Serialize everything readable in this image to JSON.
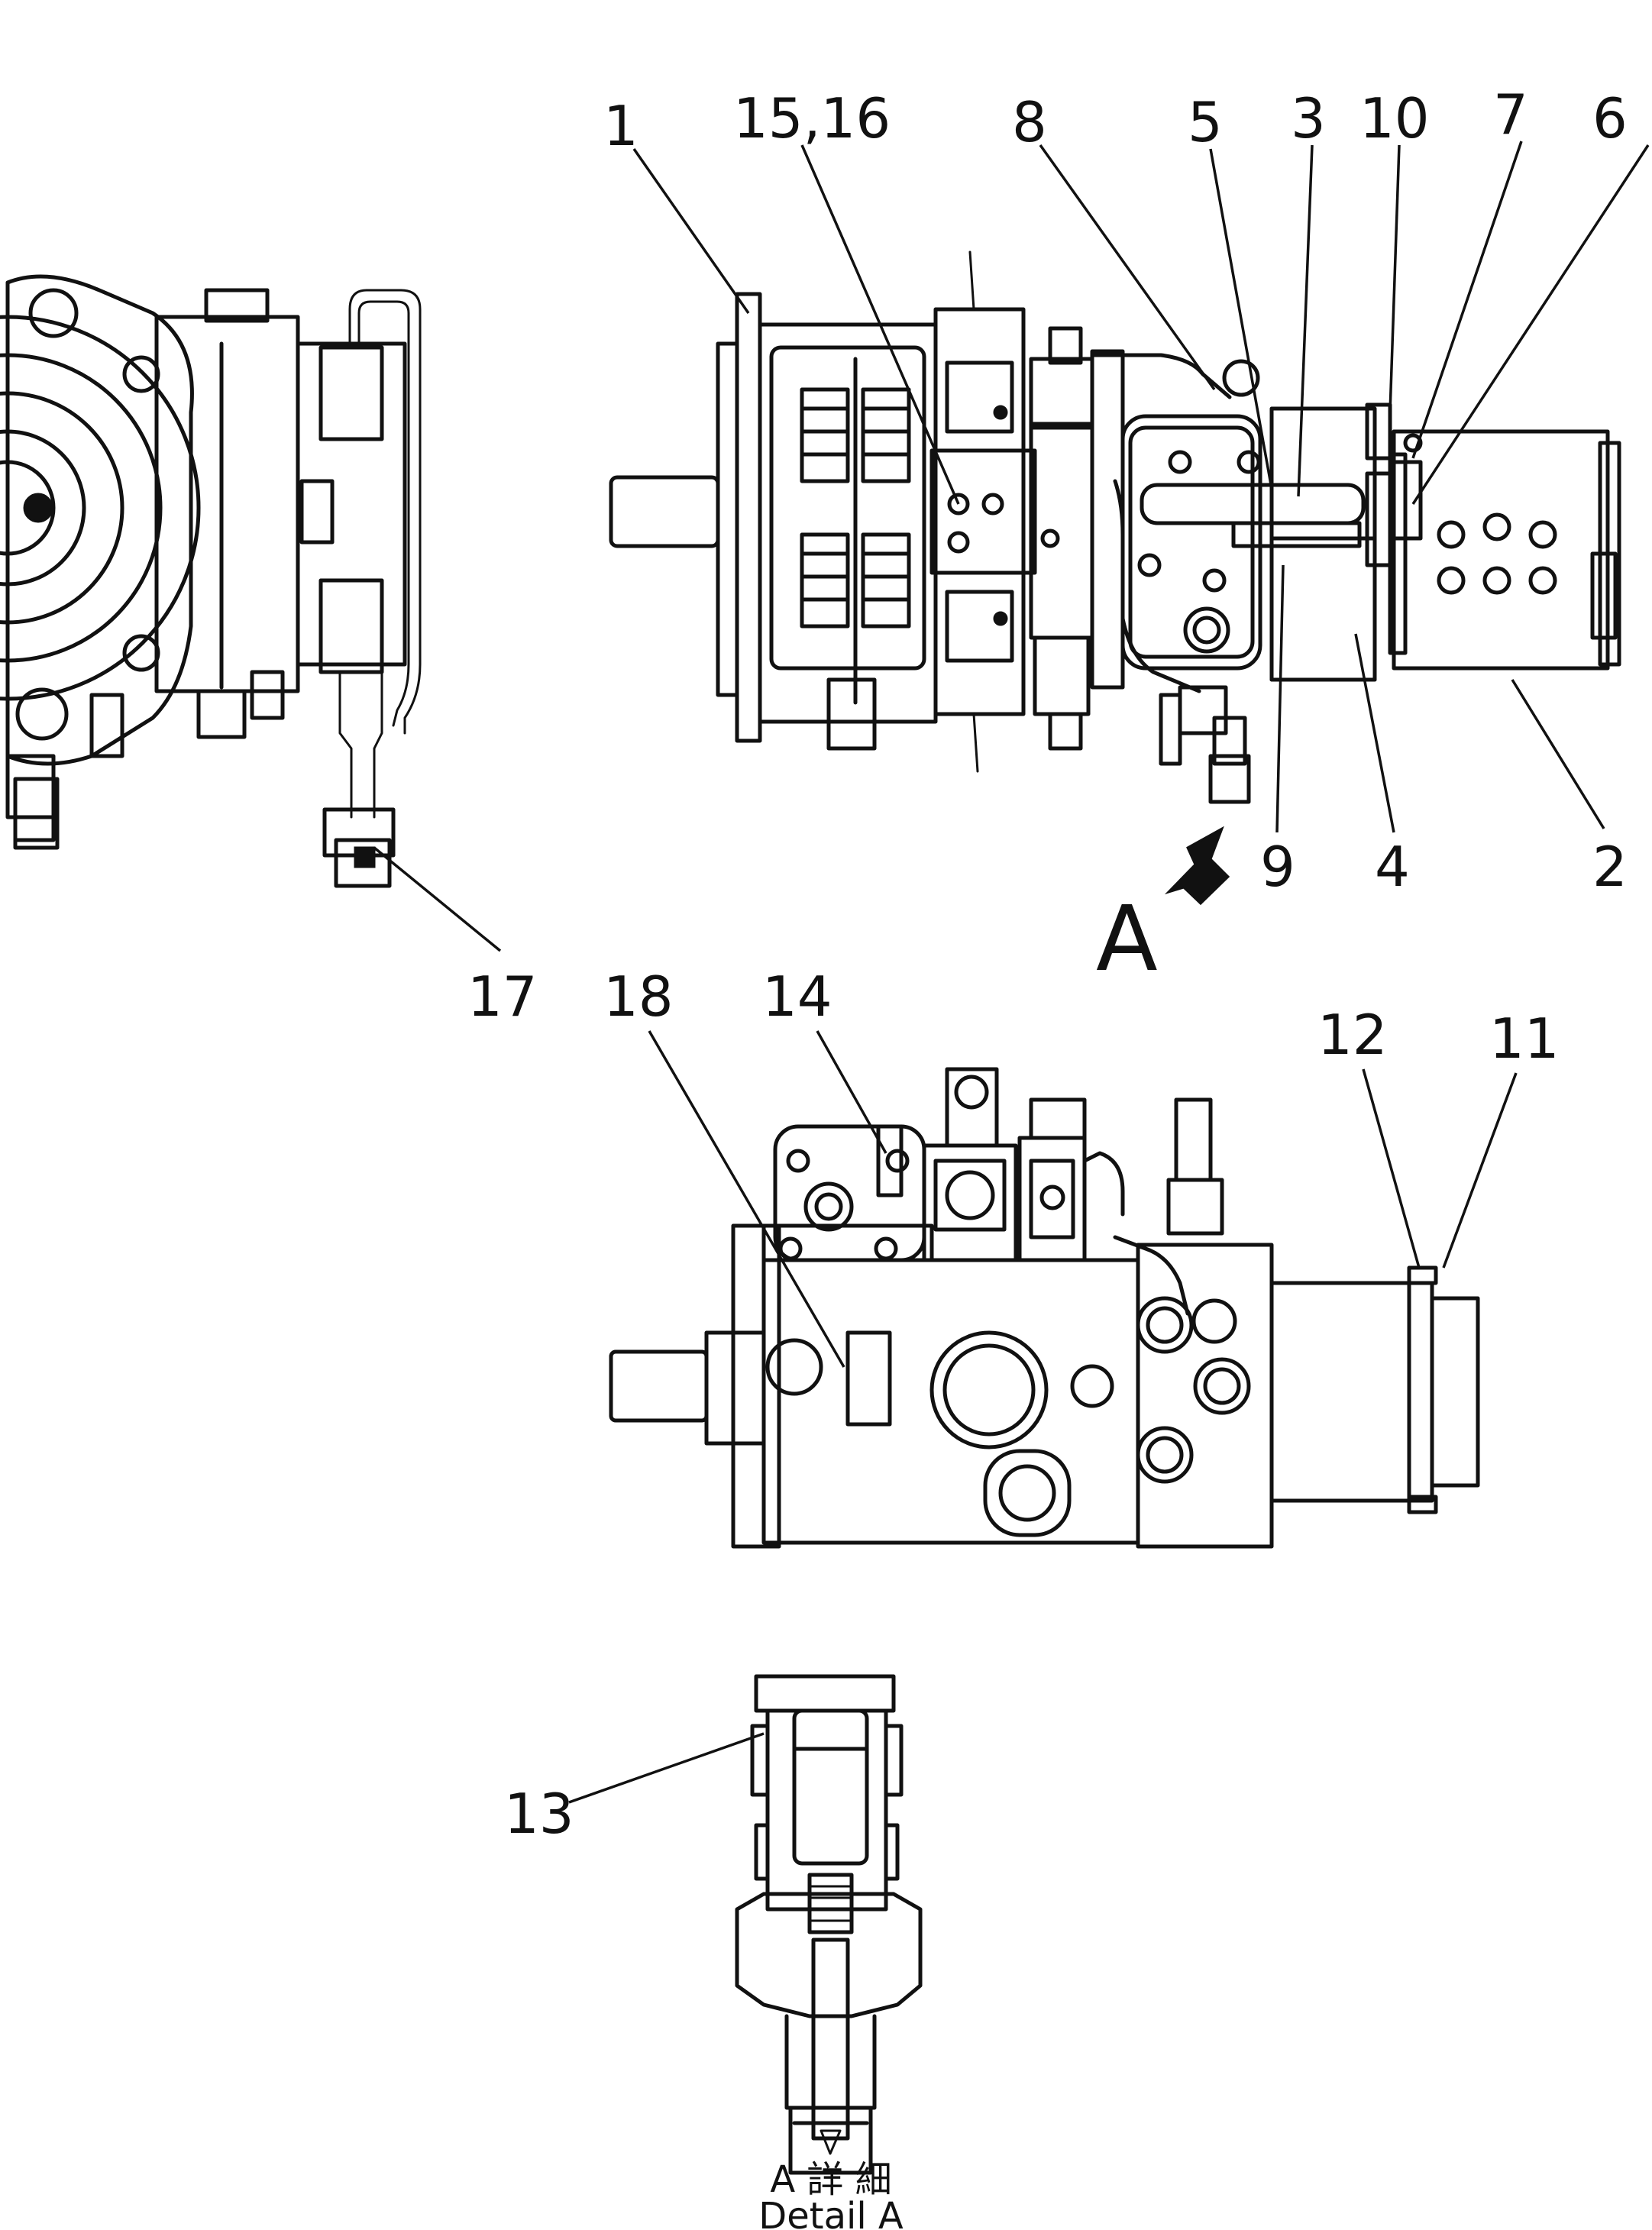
{
  "callouts": {
    "c1": "1",
    "c15_16": "15,16",
    "c8": "8",
    "c5": "5",
    "c3": "3",
    "c10": "10",
    "c7": "7",
    "c6": "6",
    "c9": "9",
    "c4": "4",
    "c2": "2",
    "c17": "17",
    "c18": "18",
    "c14": "14",
    "c12": "12",
    "c11": "11",
    "c13": "13"
  },
  "view_marker": "A",
  "detail_caption": {
    "line1": "A 詳 細",
    "line2": "Detail A"
  }
}
